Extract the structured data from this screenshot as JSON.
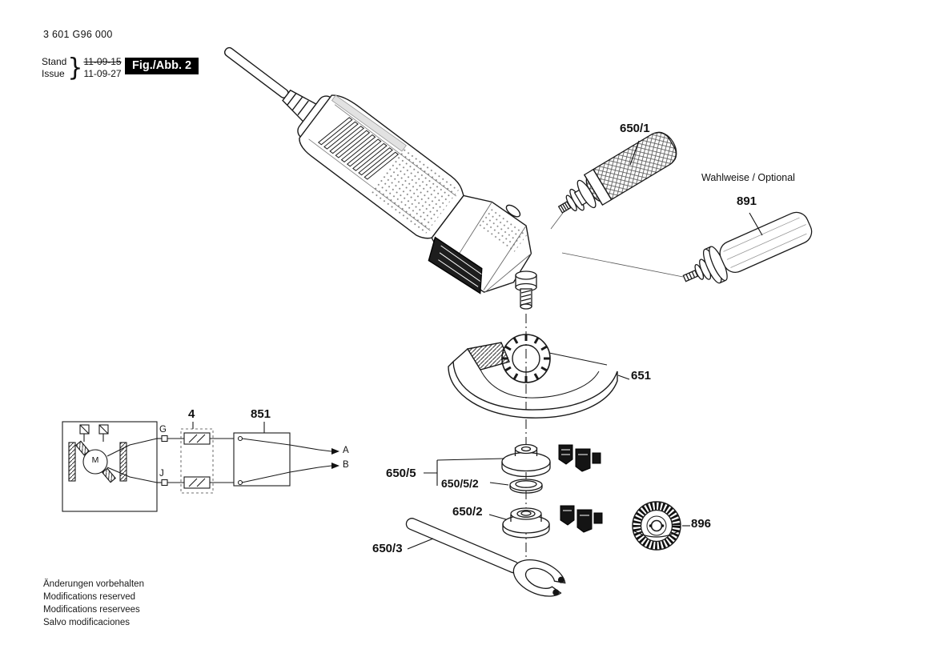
{
  "header": {
    "part_number": "3 601 G96 000",
    "stand_label": "Stand",
    "issue_label": "Issue",
    "stand_date": "11-09-15",
    "issue_date": "11-09-27",
    "figure_label": "Fig./Abb. 2"
  },
  "annotations": {
    "optional_note": "Wahlweise / Optional"
  },
  "parts": {
    "p650_1": "650/1",
    "p891": "891",
    "p651": "651",
    "p650_5": "650/5",
    "p650_5_2": "650/5/2",
    "p650_2": "650/2",
    "p650_3": "650/3",
    "p896": "896",
    "p4": "4",
    "p851": "851"
  },
  "circuit": {
    "motor": "M",
    "terminal_g": "G",
    "terminal_j": "J",
    "wire_a": "A",
    "wire_b": "B"
  },
  "footer": {
    "lines": [
      "Änderungen vorbehalten",
      "Modifications reserved",
      "Modifications reservees",
      "Salvo modificaciones"
    ]
  }
}
